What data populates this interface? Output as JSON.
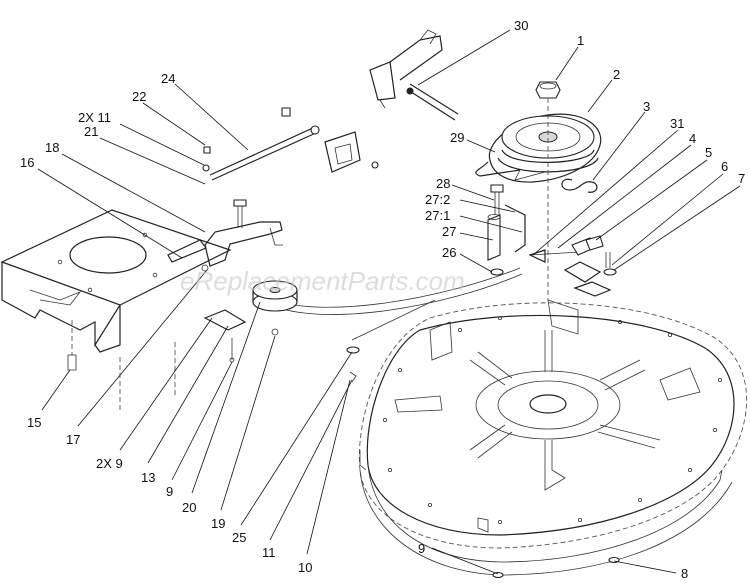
{
  "watermark": "eReplacementParts.com",
  "callouts": [
    {
      "id": "c30",
      "text": "30"
    },
    {
      "id": "c1",
      "text": "1"
    },
    {
      "id": "c2",
      "text": "2"
    },
    {
      "id": "c24",
      "text": "24"
    },
    {
      "id": "c22",
      "text": "22"
    },
    {
      "id": "c2x11",
      "text": "2X 11"
    },
    {
      "id": "c21",
      "text": "21"
    },
    {
      "id": "c18",
      "text": "18"
    },
    {
      "id": "c16",
      "text": "16"
    },
    {
      "id": "c29",
      "text": "29"
    },
    {
      "id": "c3",
      "text": "3"
    },
    {
      "id": "c31",
      "text": "31"
    },
    {
      "id": "c4",
      "text": "4"
    },
    {
      "id": "c5",
      "text": "5"
    },
    {
      "id": "c6",
      "text": "6"
    },
    {
      "id": "c7",
      "text": "7"
    },
    {
      "id": "c28",
      "text": "28"
    },
    {
      "id": "c27_2",
      "text": "27:2"
    },
    {
      "id": "c27_1",
      "text": "27:1"
    },
    {
      "id": "c27",
      "text": "27"
    },
    {
      "id": "c26",
      "text": "26"
    },
    {
      "id": "c15",
      "text": "15"
    },
    {
      "id": "c17",
      "text": "17"
    },
    {
      "id": "c2x9",
      "text": "2X 9"
    },
    {
      "id": "c13",
      "text": "13"
    },
    {
      "id": "c9a",
      "text": "9"
    },
    {
      "id": "c20",
      "text": "20"
    },
    {
      "id": "c19",
      "text": "19"
    },
    {
      "id": "c25",
      "text": "25"
    },
    {
      "id": "c11",
      "text": "11"
    },
    {
      "id": "c10",
      "text": "10"
    },
    {
      "id": "c9b",
      "text": "9"
    },
    {
      "id": "c8",
      "text": "8"
    }
  ]
}
